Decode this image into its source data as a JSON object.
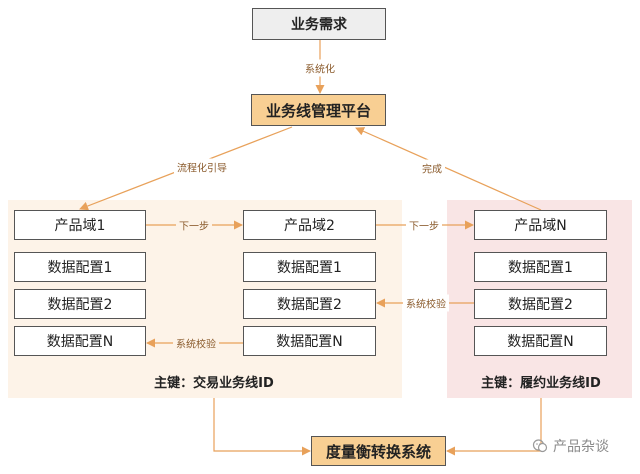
{
  "diagram": {
    "demand": "业务需求",
    "platform": "业务线管理平台",
    "metric_system": "度量衡转换系统",
    "columns": [
      {
        "domain": "产品域1",
        "configs": [
          "数据配置1",
          "数据配置2",
          "数据配置N"
        ]
      },
      {
        "domain": "产品域2",
        "configs": [
          "数据配置1",
          "数据配置2",
          "数据配置N"
        ]
      },
      {
        "domain": "产品域N",
        "configs": [
          "数据配置1",
          "数据配置2",
          "数据配置N"
        ]
      }
    ],
    "edges": {
      "systemize": "系统化",
      "guide": "流程化引导",
      "complete": "完成",
      "next_1": "下一步",
      "next_2": "下一步",
      "check_1": "系统校验",
      "check_2": "系统校验"
    },
    "primary_keys": {
      "left": "主键：交易业务线ID",
      "right": "主键：履约业务线ID"
    }
  },
  "watermark": {
    "text": "产品杂谈",
    "icon": "wechat-logo-icon"
  },
  "colors": {
    "arrow": "#e8a15a",
    "orange_box": "#f8cf93",
    "gray_box": "#eeeeee",
    "left_region": "#fdf3e8",
    "right_region": "#f9e5e5"
  }
}
